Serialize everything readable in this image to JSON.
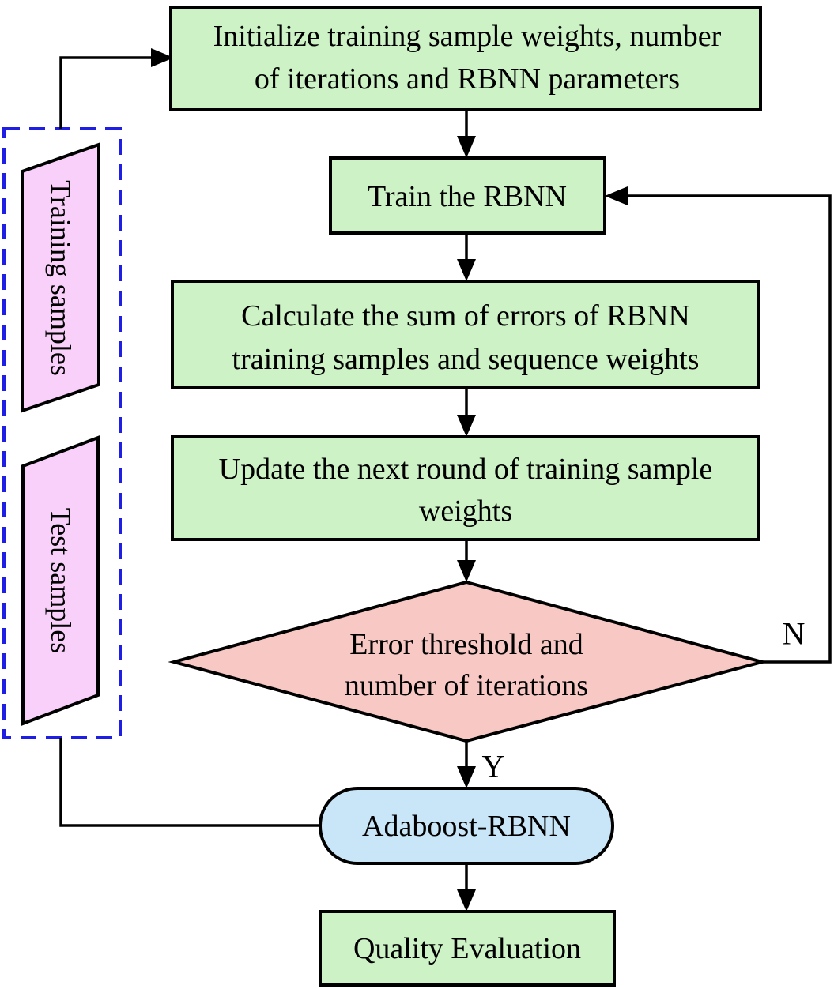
{
  "diagram": {
    "nodes": {
      "init": {
        "lines": [
          "Initialize training sample weights, number",
          "of iterations and RBNN parameters"
        ]
      },
      "train": {
        "label": "Train the RBNN"
      },
      "calc_error": {
        "lines": [
          "Calculate the sum of errors of RBNN",
          "training samples and sequence weights"
        ]
      },
      "update_weights": {
        "lines": [
          "Update the next round of training sample",
          "weights"
        ]
      },
      "decision": {
        "lines": [
          "Error threshold and",
          "number of iterations"
        ]
      },
      "adaboost": {
        "label": "Adaboost-RBNN"
      },
      "quality": {
        "label": "Quality Evaluation"
      },
      "training_samples": {
        "label": "Training samples"
      },
      "test_samples": {
        "label": "Test samples"
      }
    },
    "branch_labels": {
      "no": "N",
      "yes": "Y"
    },
    "colors": {
      "process_fill": "#cdf2c6",
      "decision_fill": "#f8c8c4",
      "terminal_fill": "#c9e6f8",
      "data_fill": "#f8d0fa",
      "dashed_box_border": "#1e1ee4",
      "connector": "#000000"
    }
  }
}
